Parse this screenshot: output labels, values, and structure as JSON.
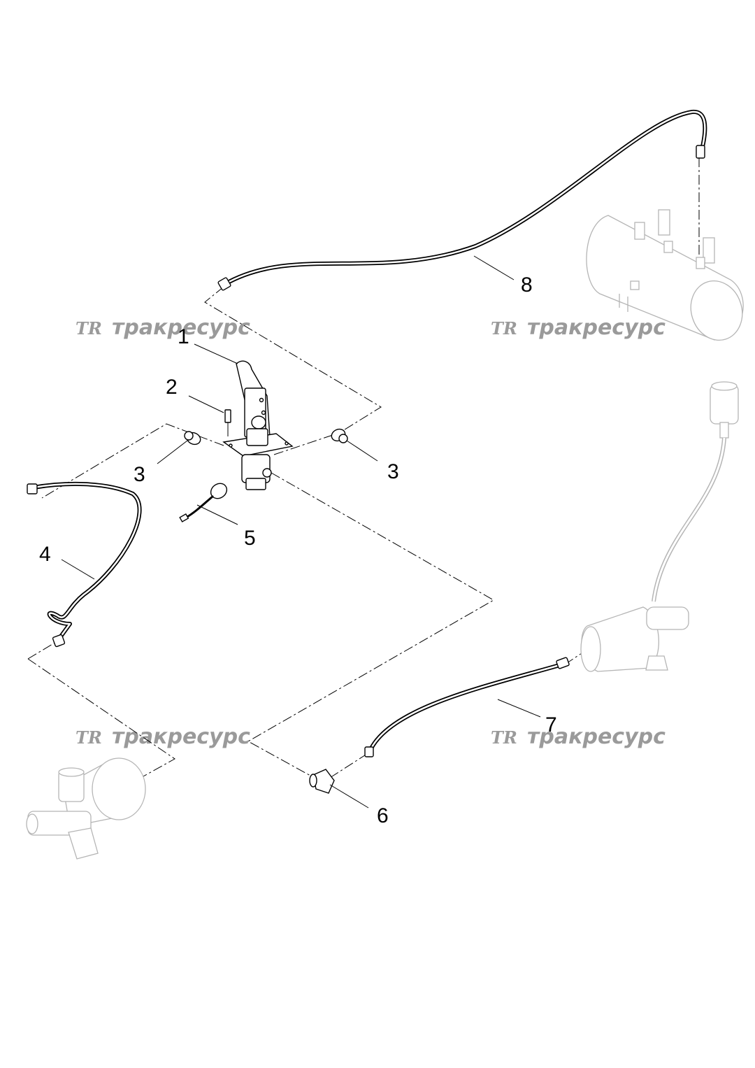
{
  "callouts": [
    "1",
    "2",
    "3",
    "3",
    "4",
    "5",
    "6",
    "7",
    "8"
  ],
  "watermark": {
    "logo": "TR",
    "text": "тракресурс"
  },
  "colors": {
    "line": "#000000",
    "watermark": "#9a9a9a",
    "ghost": "#b5b5b5"
  }
}
